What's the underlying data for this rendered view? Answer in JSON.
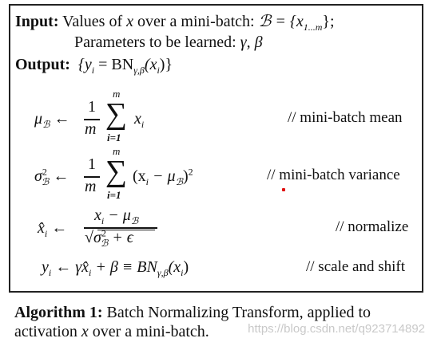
{
  "algorithm": {
    "input_label": "Input:",
    "input_text_1": "Values of",
    "input_var": "x",
    "input_text_2": "over a mini-batch:",
    "input_set": "ℬ = {x",
    "input_set_sub": "1...m",
    "input_set_close": "};",
    "params_text": "Parameters to be learned:",
    "params_vars": "γ, β",
    "output_label": "Output:",
    "output_expr": "{y",
    "output_sub_i": "i",
    "output_eq": " = BN",
    "output_bn_sub": "γ,β",
    "output_args": "(x",
    "output_close": ")}"
  },
  "steps": {
    "mean_lhs": "μ",
    "mean_lhs_sub": "ℬ",
    "mean_arrow": "←",
    "mean_num": "1",
    "mean_den": "m",
    "sum_top": "m",
    "sum_bottom": "i=1",
    "sum_sign": "∑",
    "mean_term": "x",
    "mean_term_sub": "i",
    "mean_comment": "// mini-batch mean",
    "var_lhs": "σ",
    "var_lhs_sup": "2",
    "var_lhs_sub": "ℬ",
    "var_term": "(x",
    "var_term_sub": "i",
    "var_term_mid": " − μ",
    "var_term_sub2": "ℬ",
    "var_term_close": ")",
    "var_term_sup": "2",
    "var_comment": "// mini-batch variance",
    "norm_lhs": "x̂",
    "norm_lhs_sub": "i",
    "norm_num": "x",
    "norm_num_sub": "i",
    "norm_num_mid": " − μ",
    "norm_num_sub2": "ℬ",
    "norm_den_root": "√",
    "norm_den": "σ",
    "norm_den_sup": "2",
    "norm_den_sub": "ℬ",
    "norm_den_eps": " + ϵ",
    "norm_comment": "// normalize",
    "scale_lhs": "y",
    "scale_lhs_sub": "i",
    "scale_rhs": "γx̂",
    "scale_rhs_sub": "i",
    "scale_rhs_mid": " + β ≡ BN",
    "scale_bn_sub": "γ,β",
    "scale_args": "(x",
    "scale_args_sub": "i",
    "scale_close": ")",
    "scale_comment": "// scale and shift"
  },
  "caption": {
    "label": "Algorithm 1:",
    "text_1": "Batch Normalizing Transform, applied to",
    "text_2a": "activation",
    "text_2_var": "x",
    "text_2b": "over a mini-batch."
  },
  "watermark": "https://blog.csdn.net/q923714892"
}
